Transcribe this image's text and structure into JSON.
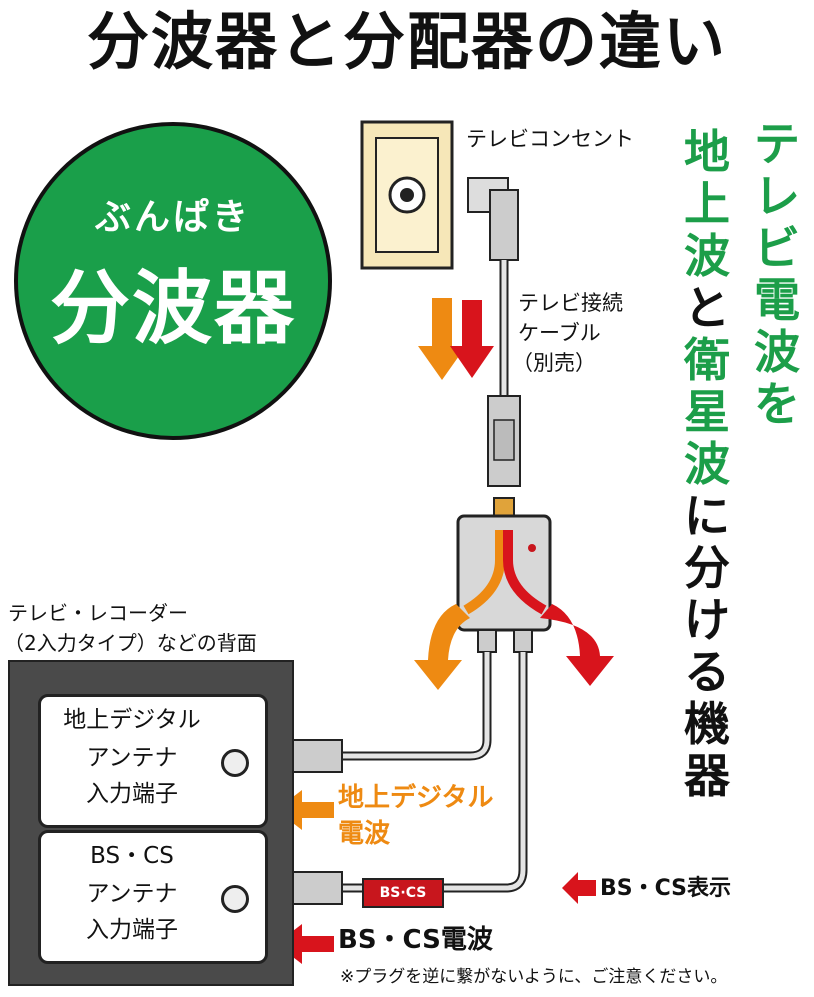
{
  "title": "分波器と分配器の違い",
  "badge": {
    "kana": "ぶんぱき",
    "main": "分波器"
  },
  "labels": {
    "outlet": "テレビコンセント",
    "cable_line1": "テレビ接続",
    "cable_line2": "ケーブル",
    "cable_line3": "（別売）",
    "device_line1": "テレビ・レコーダー",
    "device_line2": "（2入力タイプ）などの背面",
    "port1": [
      "地上デジタル",
      "アンテナ",
      "入力端子"
    ],
    "port2": [
      "BS・CS",
      "アンテナ",
      "入力端子"
    ],
    "terrestrial_wave_1": "地上デジタル",
    "terrestrial_wave_2": "電波",
    "bs_cs_wave": "BS・CS電波",
    "bs_cs_display": "BS・CS表示",
    "tag": "BS·CS",
    "note": "※プラグを逆に繋がないように、ご注意ください。"
  },
  "vertical": {
    "right": [
      "テ",
      "レ",
      "ビ",
      "電",
      "波",
      "を"
    ],
    "left": [
      {
        "c": "地",
        "g": true
      },
      {
        "c": "上",
        "g": true
      },
      {
        "c": "波",
        "g": true
      },
      {
        "c": "と",
        "g": false
      },
      {
        "c": "衛",
        "g": true
      },
      {
        "c": "星",
        "g": true
      },
      {
        "c": "波",
        "g": true
      },
      {
        "c": "に",
        "g": false
      },
      {
        "c": "分",
        "g": false
      },
      {
        "c": "け",
        "g": false
      },
      {
        "c": "る",
        "g": false
      },
      {
        "c": "機",
        "g": false
      },
      {
        "c": "器",
        "g": false
      }
    ]
  },
  "colors": {
    "green": "#1c9e49",
    "orange": "#ee8a12",
    "red": "#d8141c"
  }
}
